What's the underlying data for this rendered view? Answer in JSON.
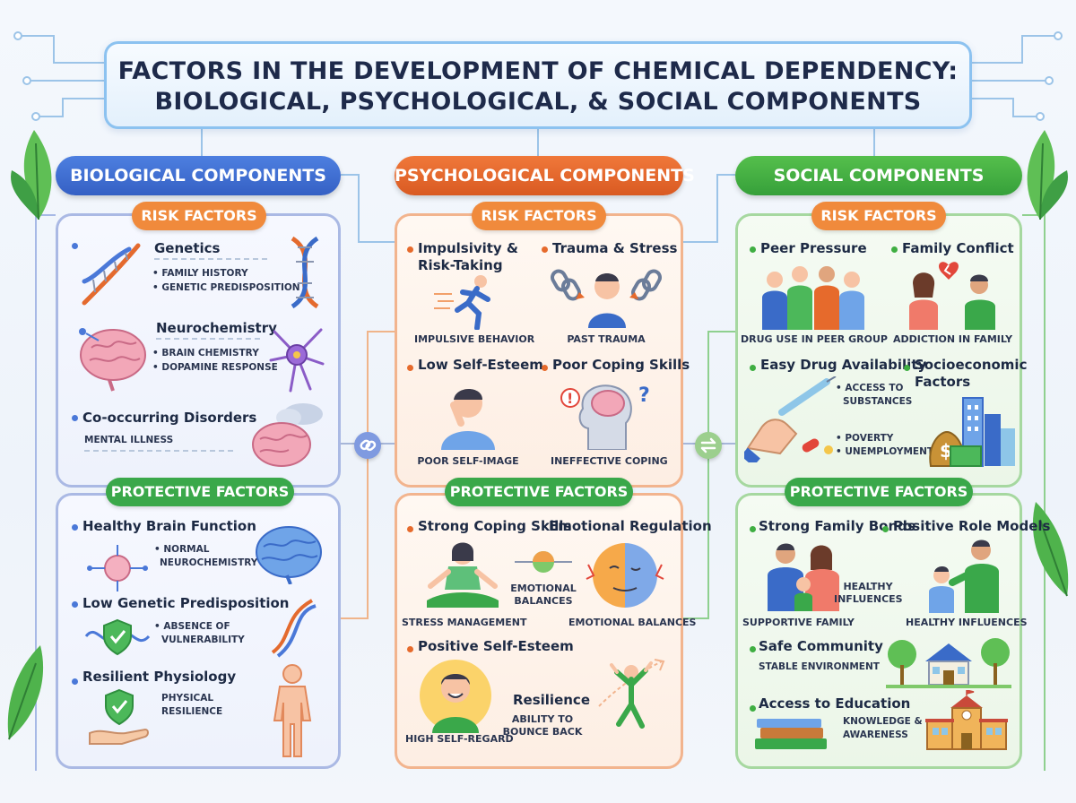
{
  "title": {
    "line1": "FACTORS IN THE DEVELOPMENT OF CHEMICAL DEPENDENCY:",
    "line2": "BIOLOGICAL, PSYCHOLOGICAL, & SOCIAL COMPONENTS"
  },
  "colors": {
    "biological": "#3f6fd6",
    "psychological": "#e66a2c",
    "social": "#3fae42",
    "risk_pill": "#f08a3c",
    "protective_pill": "#3aa84a"
  },
  "biological": {
    "header": "BIOLOGICAL COMPONENTS",
    "risk_label": "RISK FACTORS",
    "protective_label": "PROTECTIVE FACTORS",
    "risk": {
      "genetics": {
        "title": "Genetics",
        "b1": "• FAMILY HISTORY",
        "b2": "• GENETIC PREDISPOSITION"
      },
      "neuro": {
        "title": "Neurochemistry",
        "b1": "• BRAIN CHEMISTRY",
        "b2": "• DOPAMINE RESPONSE"
      },
      "cooccur": {
        "title": "Co-occurring Disorders",
        "b1": "MENTAL ILLNESS"
      }
    },
    "protective": {
      "brain": {
        "title": "Healthy Brain Function",
        "b1": "• NORMAL",
        "b2": "NEUROCHEMISTRY"
      },
      "lowgen": {
        "title": "Low Genetic Predisposition",
        "b1": "• ABSENCE OF",
        "b2": "VULNERABILITY"
      },
      "physio": {
        "title": "Resilient Physiology",
        "b1": "PHYSICAL",
        "b2": "RESILIENCE"
      }
    }
  },
  "psychological": {
    "header": "PSYCHOLOGICAL COMPONENTS",
    "risk_label": "RISK FACTORS",
    "protective_label": "PROTECTIVE FACTORS",
    "risk": {
      "impulsivity": {
        "title": "Impulsivity & Risk-Taking",
        "caption": "IMPULSIVE BEHAVIOR"
      },
      "trauma": {
        "title": "Trauma & Stress",
        "caption": "PAST TRAUMA"
      },
      "selfesteem": {
        "title": "Low Self-Esteem",
        "caption": "POOR SELF-IMAGE"
      },
      "coping": {
        "title": "Poor Coping Skills",
        "caption": "INEFFECTIVE COPING"
      }
    },
    "protective": {
      "strongcoping": {
        "title": "Strong Coping Skills",
        "caption": "STRESS MANAGEMENT"
      },
      "emoreg": {
        "title": "Emotional Regulation",
        "mid1": "EMOTIONAL",
        "mid2": "BALANCES",
        "caption": "EMOTIONAL BALANCES"
      },
      "posself": {
        "title": "Positive Self-Esteem",
        "caption": "HIGH SELF-REGARD"
      },
      "resilience": {
        "title": "Resilience",
        "b1": "ABILITY TO",
        "b2": "BOUNCE BACK"
      }
    }
  },
  "social": {
    "header": "SOCIAL COMPONENTS",
    "risk_label": "RISK FACTORS",
    "protective_label": "PROTECTIVE FACTORS",
    "risk": {
      "peer": {
        "title": "Peer Pressure",
        "caption": "DRUG USE IN PEER GROUP"
      },
      "family": {
        "title": "Family Conflict",
        "caption": "ADDICTION IN FAMILY"
      },
      "avail": {
        "title": "Easy Drug Availability",
        "b1": "• ACCESS TO",
        "b2": "SUBSTANCES"
      },
      "socio": {
        "title": "Socioeconomic Factors",
        "b1": "• POVERTY",
        "b2": "• UNEMPLOYMENT"
      }
    },
    "protective": {
      "bonds": {
        "title": "Strong Family Bonds",
        "caption": "SUPPORTIVE FAMILY"
      },
      "models": {
        "title": "Positive Role Models",
        "caption": "HEALTHY INFLUENCES",
        "mid1": "HEALTHY",
        "mid2": "INFLUENCES"
      },
      "community": {
        "title": "Safe Community",
        "b1": "STABLE ENVIRONMENT"
      },
      "education": {
        "title": "Access to Education",
        "b1": "KNOWLEDGE &",
        "b2": "AWARENESS"
      }
    }
  },
  "icons": {
    "link_left": "chain-link-icon",
    "link_right": "exchange-arrows-icon"
  }
}
